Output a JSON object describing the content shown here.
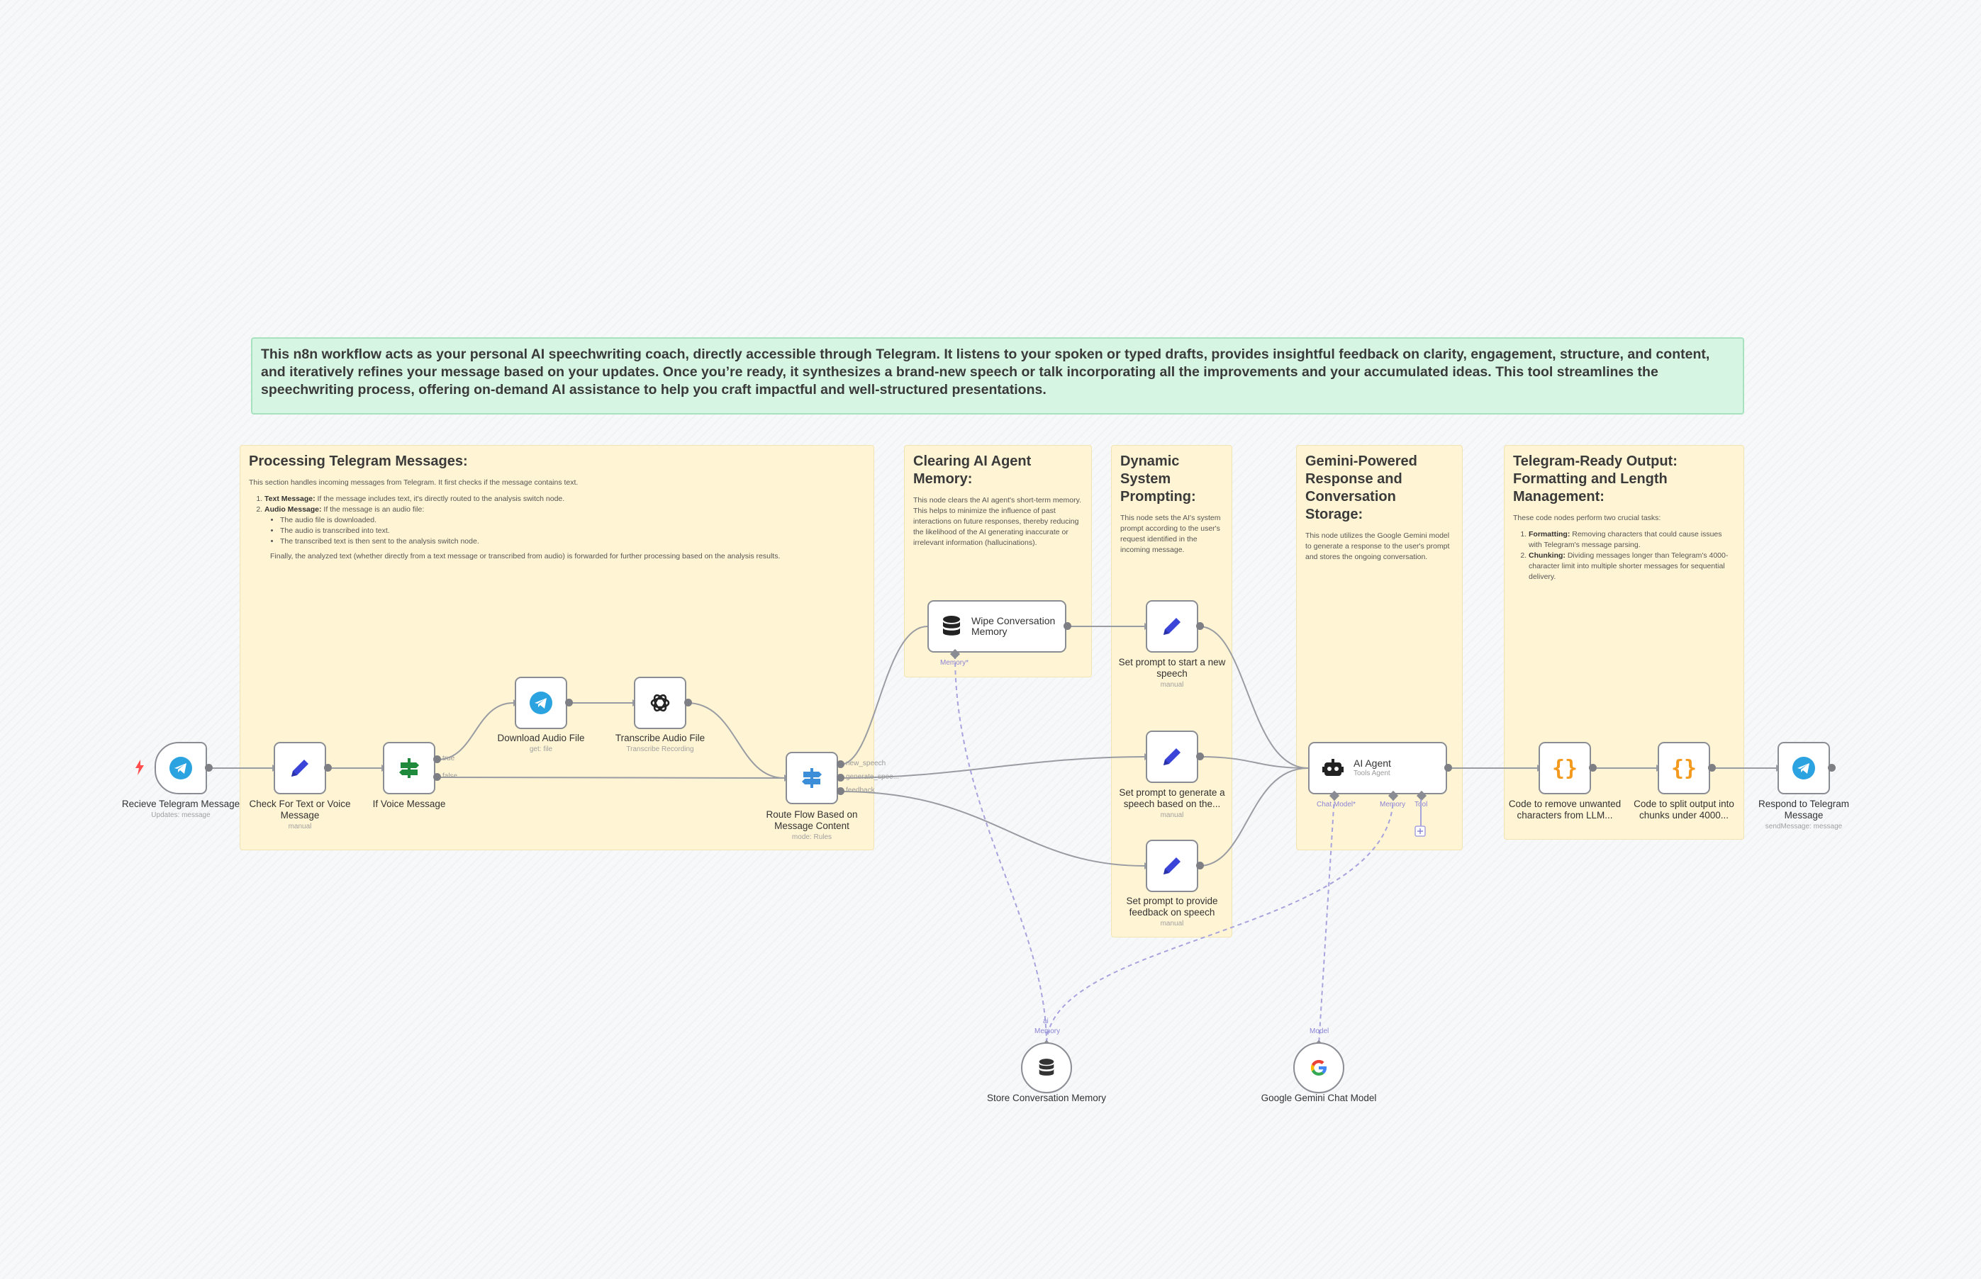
{
  "banner": {
    "text": "This n8n workflow acts as your personal AI speechwriting coach, directly accessible through Telegram. It listens to your spoken or typed drafts, provides insightful feedback on clarity, engagement, structure, and content, and iteratively refines your message based on your updates. Once you’re ready, it synthesizes a brand-new speech or talk incorporating all the improvements and your accumulated ideas. This tool streamlines the speechwriting process, offering on-demand AI assistance to help you craft impactful and well-structured presentations."
  },
  "notes": {
    "processing": {
      "title": "Processing Telegram Messages:",
      "intro": "This section handles incoming messages from Telegram. It first checks if the message contains text.",
      "item1_label": "Text Message:",
      "item1_text": " If the message includes text, it's directly routed to the analysis switch node.",
      "item2_label": "Audio Message:",
      "item2_text": " If the message is an audio file:",
      "bullet1": "The audio file is downloaded.",
      "bullet2": "The audio is transcribed into text.",
      "bullet3": "The transcribed text is then sent to the analysis switch node.",
      "outro": "Finally, the analyzed text (whether directly from a text message or transcribed from audio) is forwarded for further processing based on the analysis results."
    },
    "clearing": {
      "title": "Clearing AI Agent Memory:",
      "text": "This node clears the AI agent's short-term memory. This helps to minimize the influence of past interactions on future responses, thereby reducing the likelihood of the AI generating inaccurate or irrelevant information (hallucinations)."
    },
    "dynamic": {
      "title": "Dynamic System Prompting:",
      "text": "This node sets the AI's system prompt according to the user's request identified in the incoming message."
    },
    "gemini": {
      "title": "Gemini-Powered Response and Conversation Storage:",
      "text": "This node utilizes the Google Gemini model to generate a response to the user's prompt and stores the ongoing conversation."
    },
    "output": {
      "title": "Telegram-Ready Output: Formatting and Length Management:",
      "intro": "These code nodes perform two crucial tasks:",
      "item1_label": "Formatting:",
      "item1_text": " Removing characters that could cause issues with Telegram's message parsing.",
      "item2_label": "Chunking:",
      "item2_text": " Dividing messages longer than Telegram's 4000-character limit into multiple shorter messages for sequential delivery."
    }
  },
  "nodes": {
    "receive": {
      "label": "Recieve Telegram Message",
      "sub": "Updates: message",
      "icon": "telegram-icon"
    },
    "check": {
      "label": "Check For Text or Voice Message",
      "sub": "manual",
      "icon": "pencil-icon"
    },
    "ifvoice": {
      "label": "If Voice Message",
      "icon": "if-branch-icon",
      "port_true": "true",
      "port_false": "false"
    },
    "download": {
      "label": "Download Audio File",
      "sub": "get: file",
      "icon": "telegram-icon"
    },
    "transcribe": {
      "label": "Transcribe Audio File",
      "sub": "Transcribe Recording",
      "icon": "openai-icon"
    },
    "route": {
      "label": "Route Flow Based on Message Content",
      "sub": "mode: Rules",
      "icon": "switch-icon",
      "out1": "new_speech",
      "out2": "generate_spee...",
      "out3": "feedback"
    },
    "wipe": {
      "label": "Wipe Conversation Memory",
      "icon": "database-icon",
      "port_label": "Memory*"
    },
    "setnew": {
      "label": "Set prompt to start a new speech",
      "sub": "manual",
      "icon": "pencil-icon"
    },
    "setgen": {
      "label": "Set prompt to generate a speech based on the...",
      "sub": "manual",
      "icon": "pencil-icon"
    },
    "setfeedback": {
      "label": "Set prompt to provide feedback on speech",
      "sub": "manual",
      "icon": "pencil-icon"
    },
    "agent": {
      "label": "AI Agent",
      "sub": "Tools Agent",
      "icon": "robot-icon",
      "port_chat": "Chat Model*",
      "port_memory": "Memory",
      "port_tool": "Tool"
    },
    "code1": {
      "label": "Code to remove unwanted characters from LLM...",
      "icon": "code-braces-icon"
    },
    "code2": {
      "label": "Code to split output into chunks under 4000...",
      "icon": "code-braces-icon"
    },
    "respond": {
      "label": "Respond to Telegram Message",
      "sub": "sendMessage: message",
      "icon": "telegram-icon"
    },
    "store": {
      "label": "Store Conversation Memory",
      "icon": "database-icon",
      "port_label": "Memory",
      "ai_label": "ai"
    },
    "gemini": {
      "label": "Google Gemini Chat Model",
      "icon": "google-icon",
      "port_label": "Model"
    }
  },
  "colors": {
    "sticky": "#fff4d3",
    "banner": "#d7f5e3",
    "telegram": "#2aa3e0",
    "pencil": "#3a44d8",
    "ifgreen": "#1f8a3b",
    "code": "#f39a1e",
    "trigger": "#ff4d4d",
    "ai_wire": "#a7a3dd"
  }
}
